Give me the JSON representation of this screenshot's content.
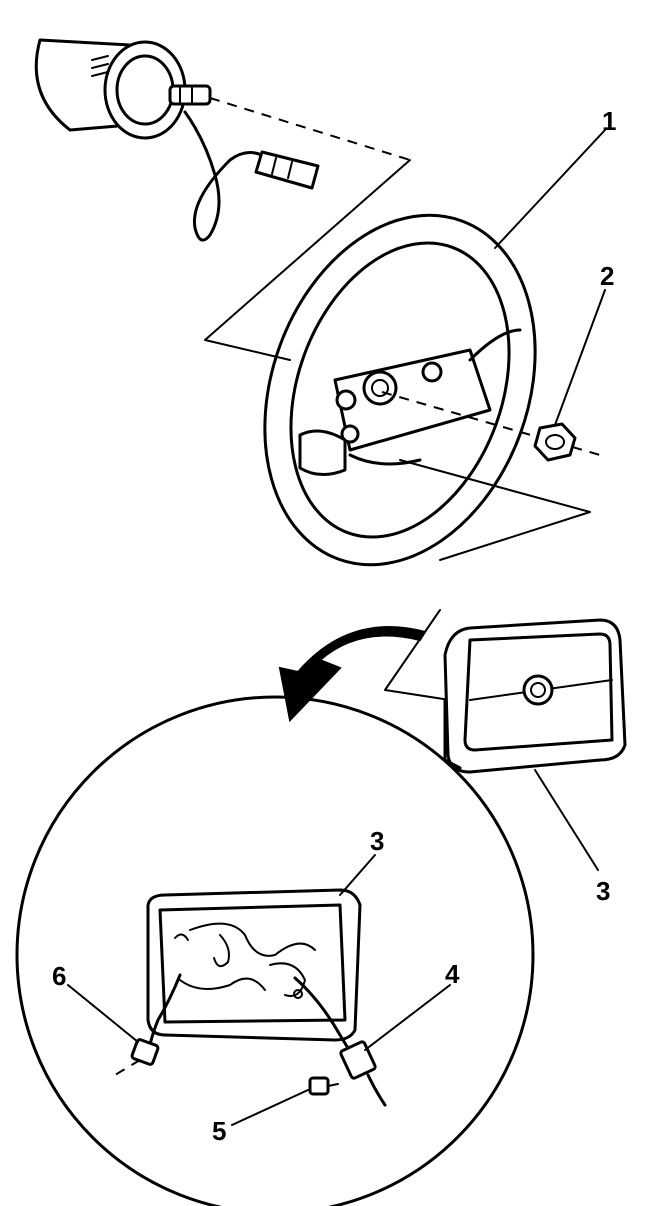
{
  "callouts": [
    {
      "id": "c1",
      "label": "1",
      "part": "steering-wheel"
    },
    {
      "id": "c2",
      "label": "2",
      "part": "nut"
    },
    {
      "id": "c3a",
      "label": "3",
      "part": "horn-pad-module"
    },
    {
      "id": "c3b",
      "label": "3",
      "part": "horn-pad-module-detail"
    },
    {
      "id": "c4",
      "label": "4",
      "part": "connector"
    },
    {
      "id": "c5",
      "label": "5",
      "part": "terminal"
    },
    {
      "id": "c6",
      "label": "6",
      "part": "connector-plug"
    }
  ],
  "icons": {
    "arrow": "curved-arrow-icon",
    "steering_column": "steering-column-icon",
    "wheel": "steering-wheel-icon"
  }
}
